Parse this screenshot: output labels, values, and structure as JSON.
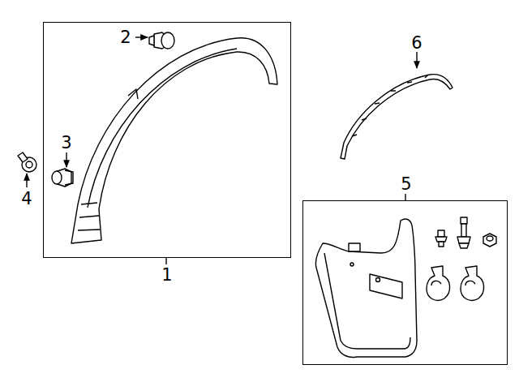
{
  "diagram": {
    "nodes": [
      {
        "text": [
          "1"
        ]
      },
      {
        "text": [
          "5"
        ]
      }
    ],
    "labels": [
      "2",
      "3",
      "4",
      "6"
    ]
  }
}
